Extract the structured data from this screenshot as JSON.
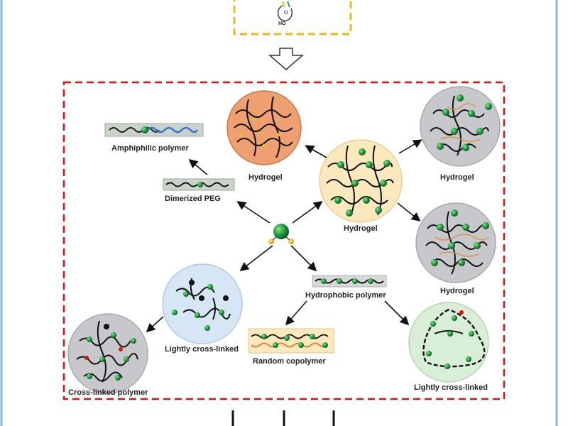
{
  "header": {
    "molecule_label": "HO"
  },
  "labels": {
    "amphiphilic": "Amphiphilic polymer",
    "dimerized_peg": "Dimerized PEG",
    "hydrogel_orange": "Hydrogel",
    "hydrogel_center": "Hydrogel",
    "hydrogel_right_top": "Hydrogel",
    "hydrogel_right_bottom": "Hydrogel",
    "hydrophobic": "Hydrophobic polymer",
    "lightly_crosslinked_left": "Lightly cross-linked",
    "lightly_crosslinked_right": "Lightly cross-linked",
    "random_copolymer": "Random copolymer",
    "crosslinked": "Cross-linked polymer"
  },
  "colors": {
    "frame": "#8fb2cc",
    "yellow_dash": "#e8b820",
    "red_dash": "#e01010",
    "peach": "#eea070",
    "cream": "#fbe9bd",
    "gray": "#c8c8cc",
    "blue": "#d6e6f5",
    "mint": "#d9eed6",
    "green_node": "#1e8b3c"
  }
}
